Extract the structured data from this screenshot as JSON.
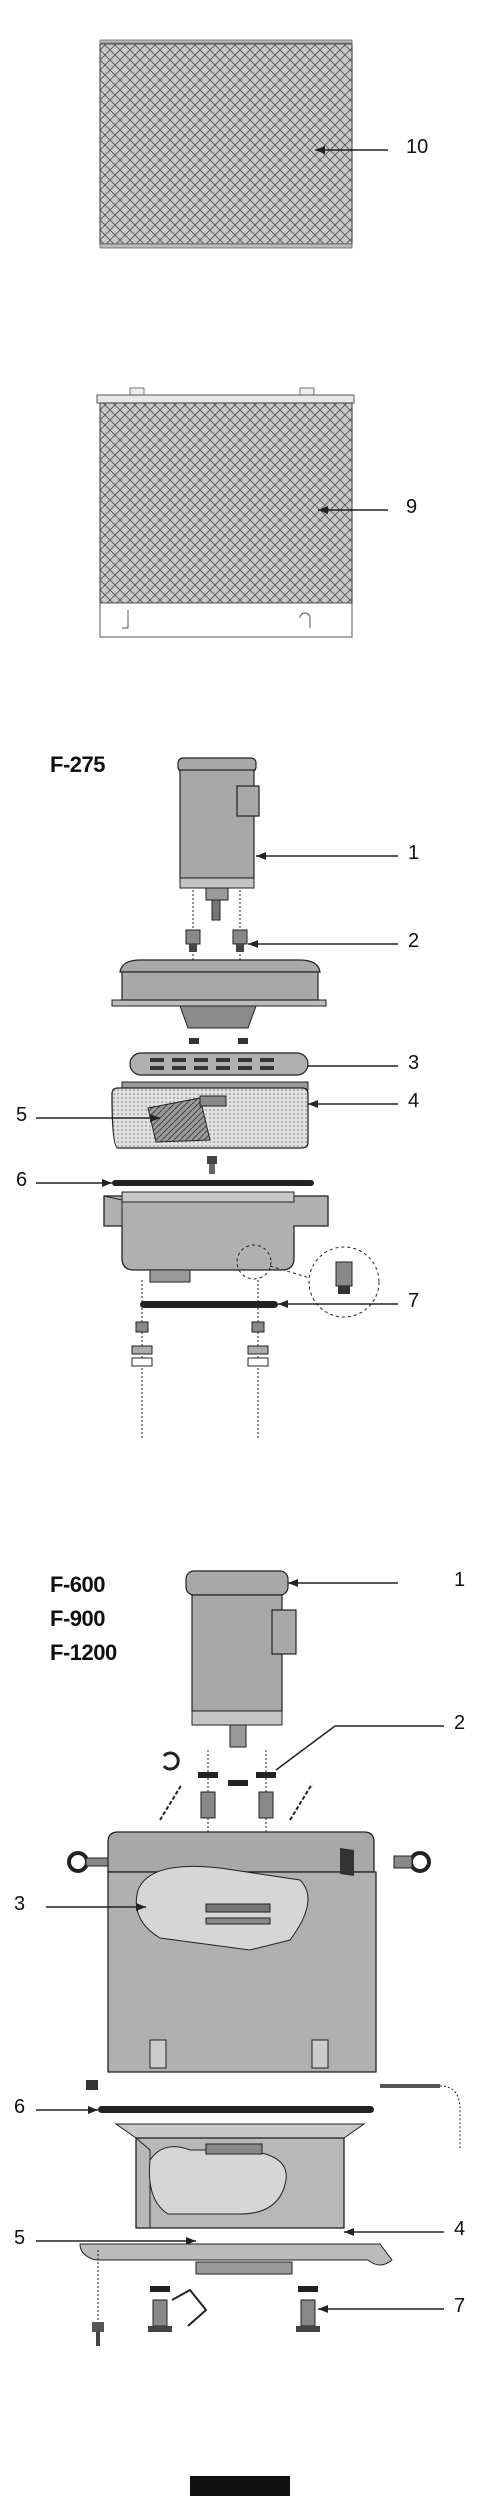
{
  "sections": {
    "filters": {
      "callouts": [
        "10",
        "9"
      ]
    },
    "f275": {
      "model": "F-275",
      "callouts": [
        "1",
        "2",
        "3",
        "4",
        "5",
        "6",
        "7"
      ]
    },
    "f600": {
      "models": [
        "F-600",
        "F-900",
        "F-1200"
      ],
      "callouts": [
        "1",
        "2",
        "3",
        "6",
        "5",
        "4",
        "7"
      ]
    }
  },
  "colors": {
    "ink": "#222222",
    "part_gray": "#a8a8a8",
    "light_gray": "#d0d0d0",
    "dark_gray": "#6a6a6a"
  }
}
